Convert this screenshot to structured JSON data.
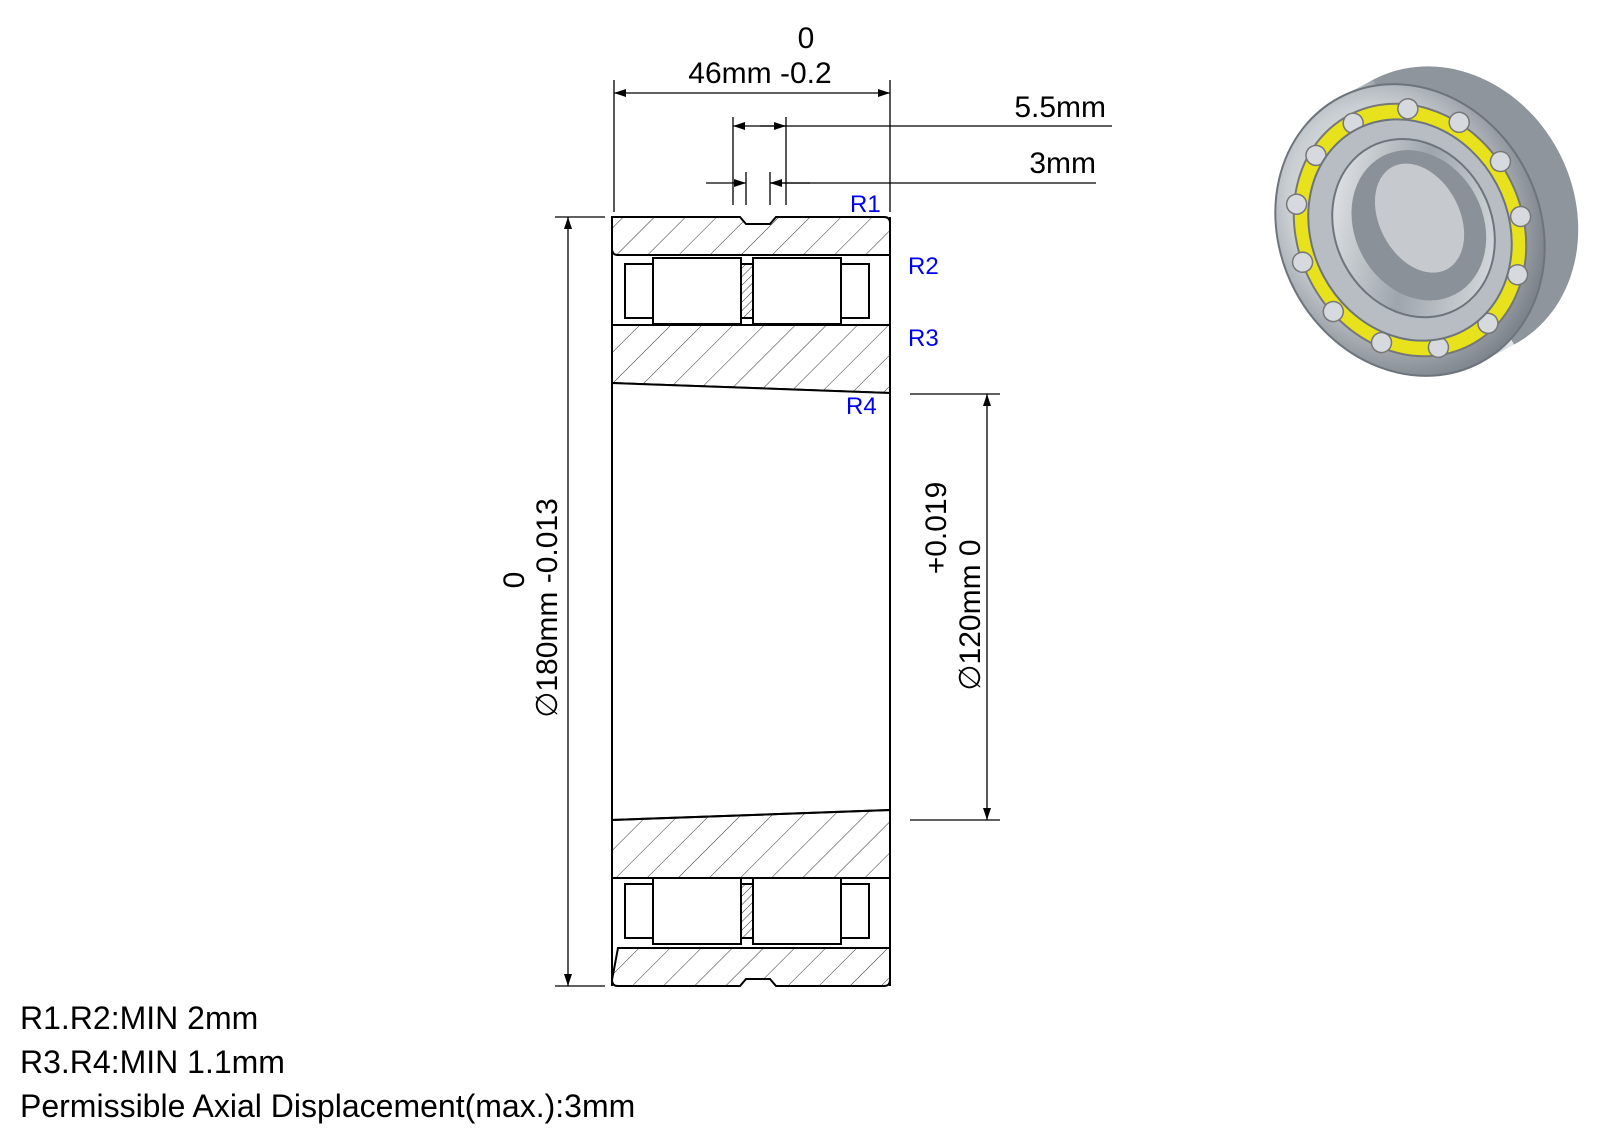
{
  "dimensions": {
    "width_tol_upper": "0",
    "width": "46mm -0.2",
    "groove_width": "5.5mm",
    "displacement": "3mm",
    "outer_dia_tol_upper": "0",
    "outer_dia": "∅180mm -0.013",
    "bore_dia_tol_upper": "+0.019",
    "bore_dia": "∅120mm 0"
  },
  "radius_labels": [
    "R1",
    "R2",
    "R3",
    "R4"
  ],
  "notes": [
    "R1.R2:MIN 2mm",
    "R3.R4:MIN 1.1mm",
    "Permissible Axial Displacement(max.):3mm"
  ],
  "colors": {
    "radius_label": "#0000ee",
    "cage_highlight": "#e8e21c"
  }
}
